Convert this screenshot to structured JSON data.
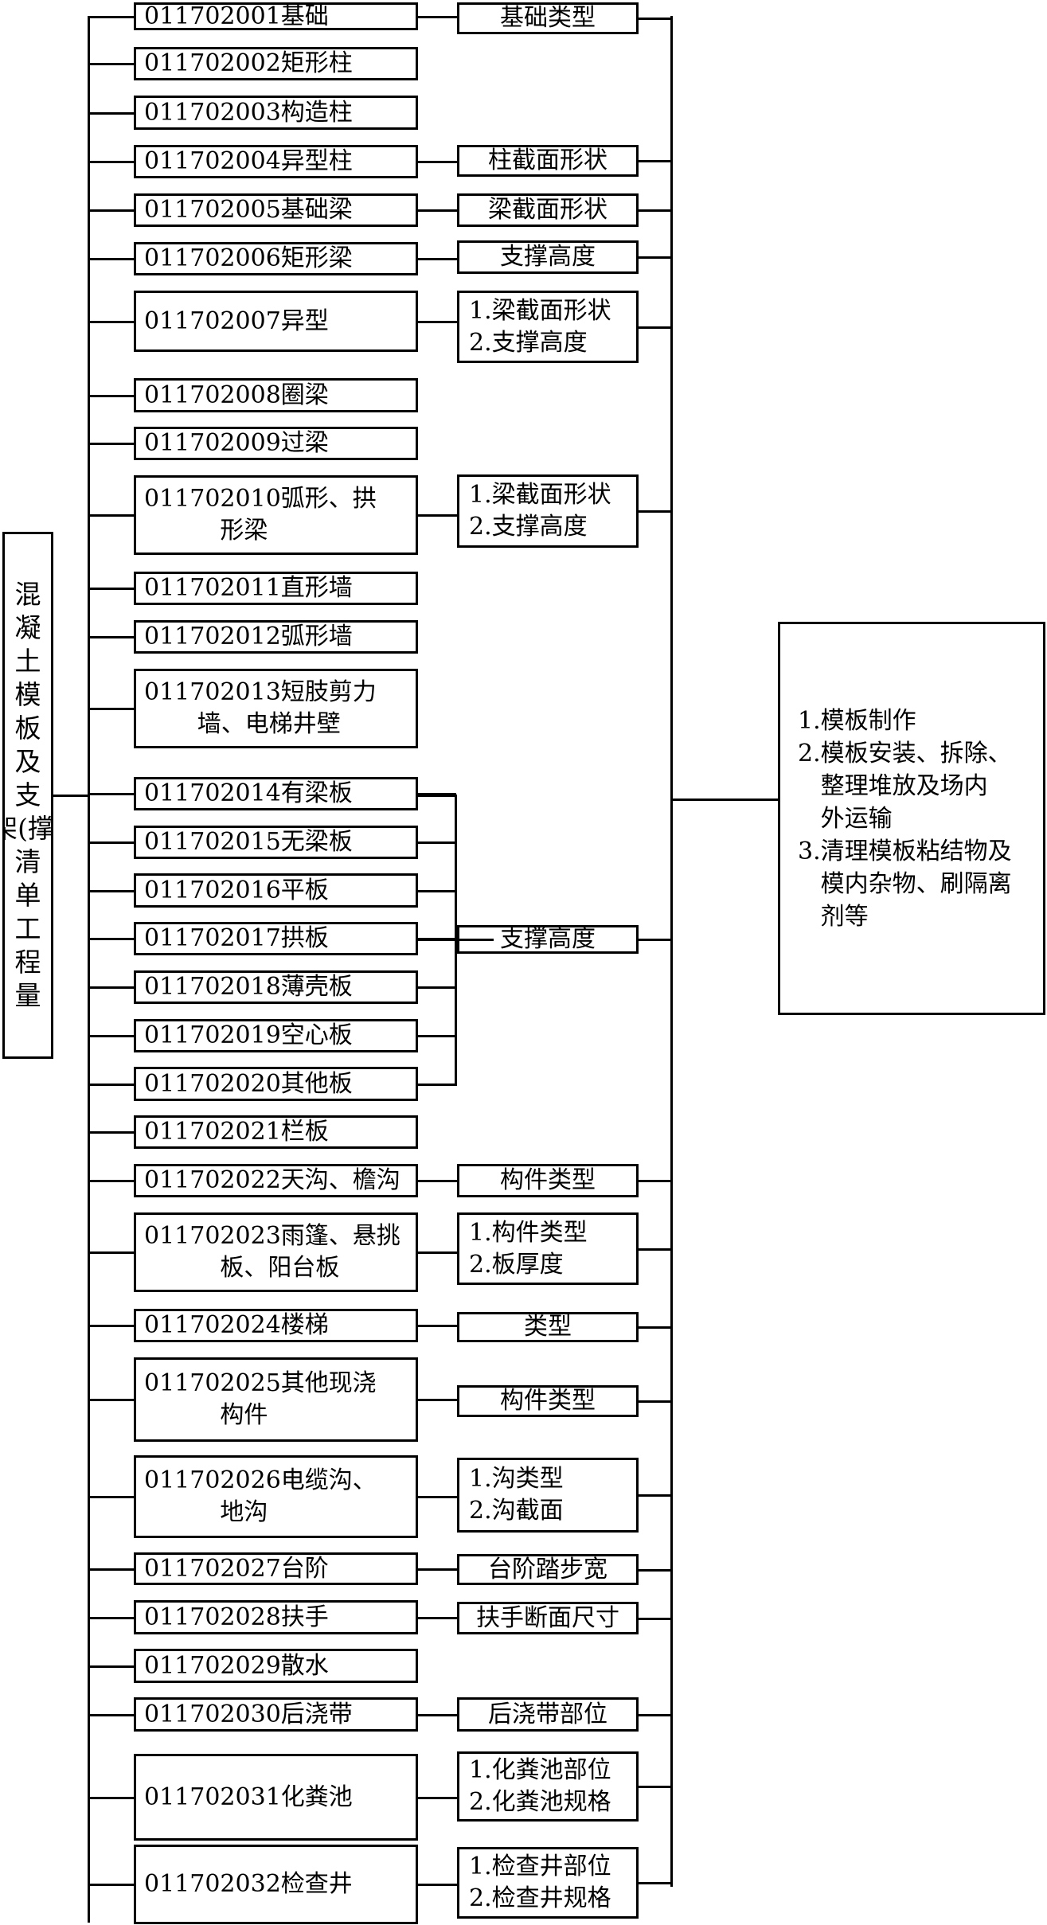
{
  "root": {
    "label": "混\n凝\n土\n模\n板\n及\n支\n架(撑)\n清\n单\n工\n程\n量"
  },
  "items": [
    {
      "id": "011702001",
      "lines": [
        "011702001基础"
      ]
    },
    {
      "id": "011702002",
      "lines": [
        "011702002矩形柱"
      ]
    },
    {
      "id": "011702003",
      "lines": [
        "011702003构造柱"
      ]
    },
    {
      "id": "011702004",
      "lines": [
        "011702004异型柱"
      ]
    },
    {
      "id": "011702005",
      "lines": [
        "011702005基础梁"
      ]
    },
    {
      "id": "011702006",
      "lines": [
        "011702006矩形梁"
      ]
    },
    {
      "id": "011702007",
      "lines": [
        "011702007异型"
      ]
    },
    {
      "id": "011702008",
      "lines": [
        "011702008圈梁"
      ]
    },
    {
      "id": "011702009",
      "lines": [
        "011702009过梁"
      ]
    },
    {
      "id": "011702010",
      "lines": [
        "011702010弧形、拱",
        "          形梁"
      ]
    },
    {
      "id": "011702011",
      "lines": [
        "011702011直形墙"
      ]
    },
    {
      "id": "011702012",
      "lines": [
        "011702012弧形墙"
      ]
    },
    {
      "id": "011702013",
      "lines": [
        "011702013短肢剪力",
        "       墙、电梯井壁"
      ]
    },
    {
      "id": "011702014",
      "lines": [
        "011702014有梁板"
      ]
    },
    {
      "id": "011702015",
      "lines": [
        "011702015无梁板"
      ]
    },
    {
      "id": "011702016",
      "lines": [
        "011702016平板"
      ]
    },
    {
      "id": "011702017",
      "lines": [
        "011702017拱板"
      ]
    },
    {
      "id": "011702018",
      "lines": [
        "011702018薄壳板"
      ]
    },
    {
      "id": "011702019",
      "lines": [
        "011702019空心板"
      ]
    },
    {
      "id": "011702020",
      "lines": [
        "011702020其他板"
      ]
    },
    {
      "id": "011702021",
      "lines": [
        "011702021栏板"
      ]
    },
    {
      "id": "011702022",
      "lines": [
        "011702022天沟、檐沟"
      ]
    },
    {
      "id": "011702023",
      "lines": [
        "011702023雨篷、悬挑",
        "          板、阳台板"
      ]
    },
    {
      "id": "011702024",
      "lines": [
        "011702024楼梯"
      ]
    },
    {
      "id": "011702025",
      "lines": [
        "011702025其他现浇",
        "          构件"
      ]
    },
    {
      "id": "011702026",
      "lines": [
        "011702026电缆沟、",
        "          地沟"
      ]
    },
    {
      "id": "011702027",
      "lines": [
        "011702027台阶"
      ]
    },
    {
      "id": "011702028",
      "lines": [
        "011702028扶手"
      ]
    },
    {
      "id": "011702029",
      "lines": [
        "011702029散水"
      ]
    },
    {
      "id": "011702030",
      "lines": [
        "011702030后浇带"
      ]
    },
    {
      "id": "011702031",
      "lines": [
        "011702031化粪池"
      ]
    },
    {
      "id": "011702032",
      "lines": [
        "011702032检查井"
      ]
    }
  ],
  "attributes": [
    {
      "for": "011702001",
      "lines": [
        "基础类型"
      ]
    },
    {
      "for": "011702004",
      "lines": [
        "柱截面形状"
      ]
    },
    {
      "for": "011702005",
      "lines": [
        "梁截面形状"
      ]
    },
    {
      "for": "011702006",
      "lines": [
        "支撑高度"
      ]
    },
    {
      "for": "011702007",
      "lines": [
        "1.梁截面形状",
        "2.支撑高度"
      ]
    },
    {
      "for": "011702010",
      "lines": [
        "1.梁截面形状",
        "2.支撑高度"
      ]
    },
    {
      "for": "slabs",
      "lines": [
        "支撑高度"
      ]
    },
    {
      "for": "011702022",
      "lines": [
        "构件类型"
      ]
    },
    {
      "for": "011702023",
      "lines": [
        "1.构件类型",
        "2.板厚度"
      ]
    },
    {
      "for": "011702024",
      "lines": [
        "类型"
      ]
    },
    {
      "for": "011702025",
      "lines": [
        "构件类型"
      ]
    },
    {
      "for": "011702026",
      "lines": [
        "1.沟类型",
        "2.沟截面"
      ]
    },
    {
      "for": "011702027",
      "lines": [
        "台阶踏步宽"
      ]
    },
    {
      "for": "011702028",
      "lines": [
        "扶手断面尺寸"
      ]
    },
    {
      "for": "011702030",
      "lines": [
        "后浇带部位"
      ]
    },
    {
      "for": "011702031",
      "lines": [
        "1.化粪池部位",
        "2.化粪池规格"
      ]
    },
    {
      "for": "011702032",
      "lines": [
        "1.检查井部位",
        "2.检查井规格"
      ]
    }
  ],
  "work_content": {
    "lines": [
      "1.模板制作",
      "2.模板安装、拆除、",
      "   整理堆放及场内",
      "   外运输",
      "3.清理模板粘结物及",
      "   模内杂物、刷隔离",
      "   剂等"
    ]
  }
}
